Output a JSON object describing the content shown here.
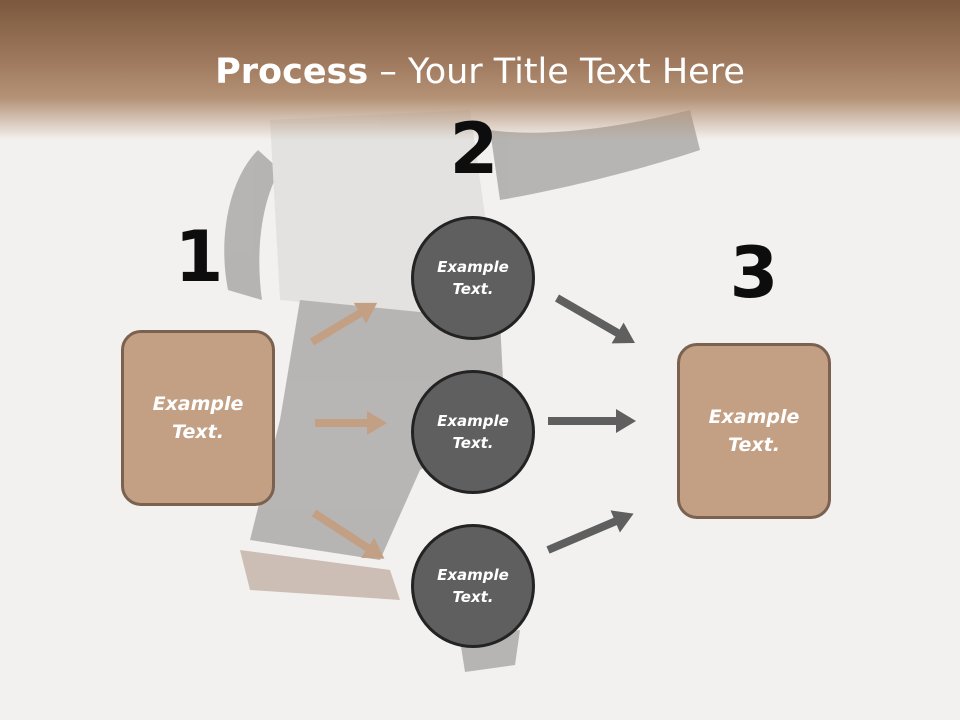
{
  "slide": {
    "title_bold": "Process",
    "title_rest": " – Your Title Text Here"
  },
  "steps": [
    {
      "number": "1"
    },
    {
      "number": "2"
    },
    {
      "number": "3"
    }
  ],
  "left_box": {
    "text": "Example Text."
  },
  "circles": [
    {
      "text": "Example Text."
    },
    {
      "text": "Example Text."
    },
    {
      "text": "Example Text."
    }
  ],
  "right_box": {
    "text": "Example Text."
  },
  "colors": {
    "header_brown": "#7b583e",
    "box_fill": "#c39f84",
    "box_border": "#7a6150",
    "circle_fill": "#5f5f5f",
    "left_arrow": "#c39f84",
    "right_arrow": "#5f5f5f"
  }
}
